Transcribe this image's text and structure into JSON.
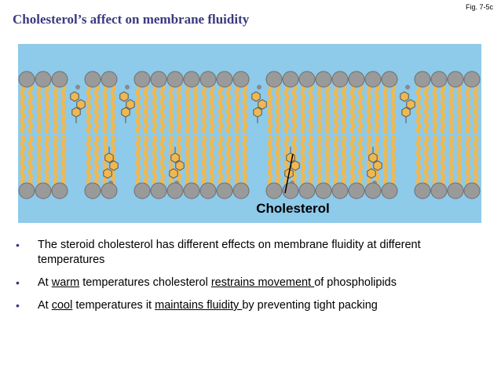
{
  "fig_label": "Fig. 7-5c",
  "title": "Cholesterol’s affect on membrane fluidity",
  "diagram": {
    "callout_label": "Cholesterol",
    "colors": {
      "background": "#8ecae9",
      "head": "#9a9a9a",
      "tail": "#f0b850",
      "cholesterol_outline": "#555555",
      "cholesterol_fill": "#f0b850"
    },
    "icons": [
      "phospholipid-head-icon",
      "lipid-tail-icon",
      "cholesterol-ring-icon"
    ]
  },
  "bullets": [
    {
      "bullet": "•",
      "segments": [
        {
          "text": "The steroid cholesterol has different effects on membrane fluidity at different temperatures",
          "u": false
        }
      ]
    },
    {
      "bullet": "•",
      "segments": [
        {
          "text": "At ",
          "u": false
        },
        {
          "text": "warm",
          "u": true
        },
        {
          "text": " temperatures cholesterol ",
          "u": false
        },
        {
          "text": "restrains movement ",
          "u": true
        },
        {
          "text": "of phospholipids",
          "u": false
        }
      ]
    },
    {
      "bullet": "•",
      "segments": [
        {
          "text": "At ",
          "u": false
        },
        {
          "text": "cool",
          "u": true
        },
        {
          "text": " temperatures it ",
          "u": false
        },
        {
          "text": "maintains fluidity ",
          "u": true
        },
        {
          "text": "by preventing tight packing",
          "u": false
        }
      ]
    }
  ]
}
